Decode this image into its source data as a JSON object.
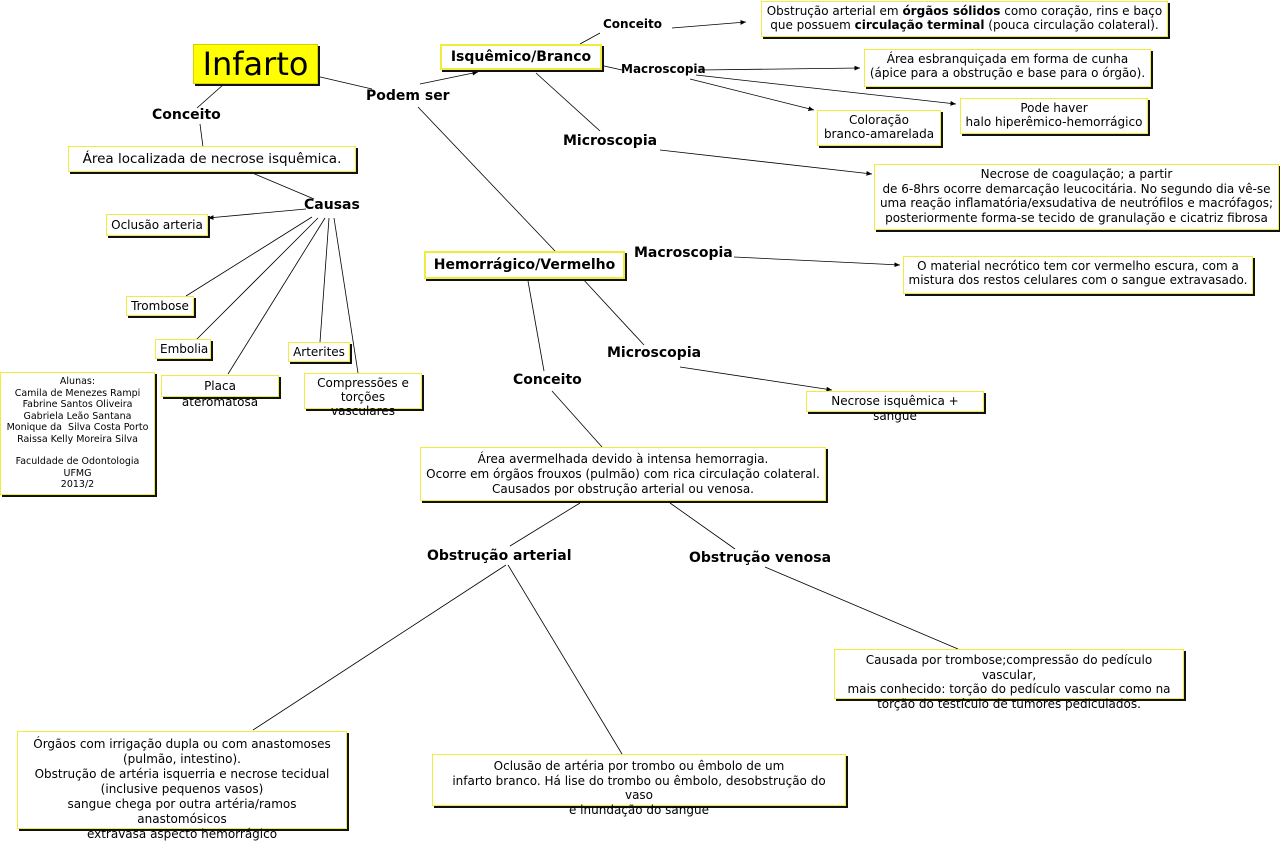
{
  "title": "Infarto",
  "podem_ser": "Podem ser",
  "conceito_main": {
    "label": "Conceito",
    "text": "Área localizada de necrose isquêmica."
  },
  "causas": {
    "label": "Causas",
    "items": [
      "Oclusão arteria",
      "Trombose",
      "Embolia",
      "Placa ateromatosa",
      "Arterites",
      "Compressões e\ntorções vasculares"
    ]
  },
  "students": {
    "heading": "Alunas:",
    "names": [
      "Camila de Menezes Rampi",
      "Fabrine Santos Oliveira",
      "Gabriela Leão Santana",
      "Monique da  Silva Costa Porto",
      "Raissa Kelly Moreira Silva"
    ],
    "institution": [
      "Faculdade de Odontologia",
      "UFMG",
      "2013/2"
    ]
  },
  "isquemico": {
    "label": "Isquêmico/Branco",
    "conceito_label": "Conceito",
    "conceito_text_1": "Obstrução arterial em ",
    "conceito_bold_1": "órgãos sólidos",
    "conceito_text_2": " como coração, rins e baço",
    "conceito_text_3": "que possuem ",
    "conceito_bold_2": "circulação terminal",
    "conceito_text_4": " (pouca circulação colateral).",
    "macroscopia_label": "Macroscopia",
    "macro_1": "Área esbranquiçada em forma de cunha\n(ápice para a obstrução e base para o órgão).",
    "macro_2": "Pode haver\nhalo hiperêmico-hemorrágico",
    "macro_3": "Coloração\nbranco-amarelada",
    "microscopia_label": "Microscopia",
    "micro_text": "Necrose de coagulação; a partir\nde 6-8hrs ocorre demarcação leucocitária. No segundo dia vê-se\numa reação inflamatória/exsudativa de neutrófilos e macrófagos;\nposteriormente forma-se tecido de granulação e cicatriz fibrosa"
  },
  "hemorragico": {
    "label": "Hemorrágico/Vermelho",
    "macroscopia_label": "Macroscopia",
    "macro_text": "O material necrótico tem cor vermelho escura, com a\nmistura dos restos celulares com o sangue extravasado.",
    "microscopia_label": "Microscopia",
    "micro_text": "Necrose isquêmica + sangue",
    "conceito_label": "Conceito",
    "conceito_text": "Área avermelhada devido à intensa hemorragia.\nOcorre em órgãos frouxos (pulmão) com rica circulação colateral.\nCausados por obstrução arterial ou venosa.",
    "obs_arterial_label": "Obstrução arterial",
    "obs_arterial_1": "Órgãos com irrigação dupla ou com anastomoses\n(pulmão, intestino).\nObstrução de artéria isquerria e necrose tecidual\n(inclusive pequenos vasos)\nsangue chega por outra artéria/ramos anastomósicos\nextravasa aspecto hemorrágico",
    "obs_arterial_2": "Oclusão de artéria por trombo ou êmbolo de um\ninfarto branco. Há lise do trombo ou êmbolo, desobstrução do vaso\ne inundação do sangue",
    "obs_venosa_label": "Obstrução venosa",
    "obs_venosa_text": "Causada por trombose;compressão do pedículo vascular,\nmais conhecido: torção do pedículo vascular como na\ntorção do testículo de tumores pediculados."
  }
}
